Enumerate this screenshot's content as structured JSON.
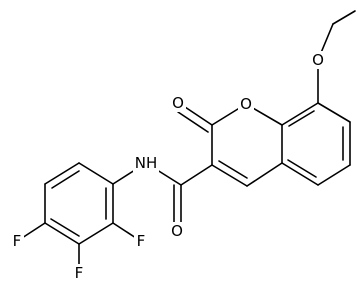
{
  "structure": {
    "atom_labels": {
      "ether_oxygen": "O",
      "carbonyl_oxygen": "O",
      "ring_oxygen": "O",
      "amide_oxygen": "O",
      "amide_nitrogen": "NH",
      "fluorine_2": "F",
      "fluorine_3": "F",
      "fluorine_4": "F"
    },
    "colors": {
      "bond": "#000000",
      "label": "#000000",
      "background": "#ffffff"
    }
  }
}
